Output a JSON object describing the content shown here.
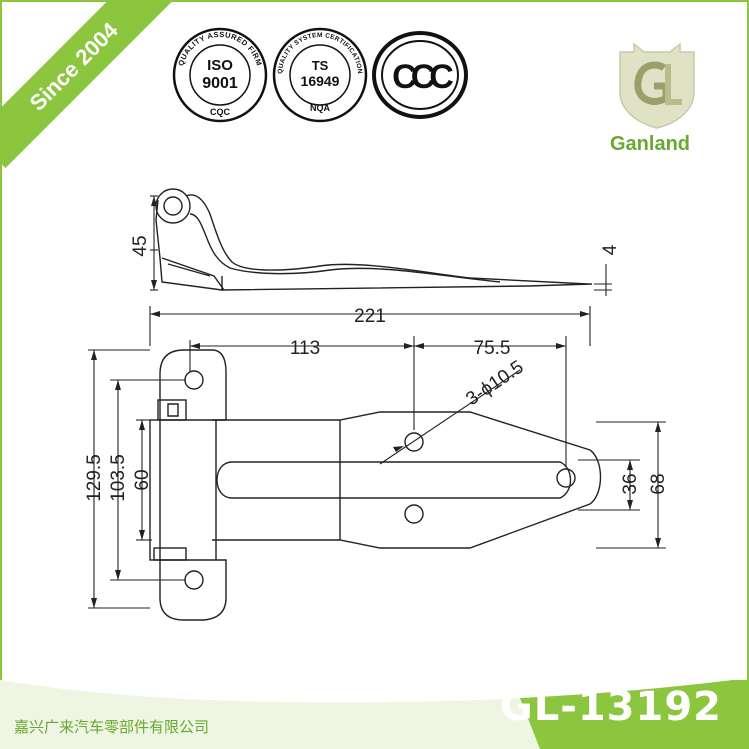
{
  "banner": {
    "text": "Since 2004"
  },
  "certifications": {
    "iso": {
      "ring_text": "QUALITY ASSURED FIRM",
      "line1": "ISO",
      "line2": "9001",
      "bottom": "CQC"
    },
    "ts": {
      "ring_text": "QUALITY SYSTEM CERTIFICATION",
      "line1": "TS",
      "line2": "16949",
      "bottom": "NQA"
    },
    "ccc": {
      "text": "CCC"
    }
  },
  "brand": {
    "name": "Ganland"
  },
  "drawing": {
    "dim_height_side": "45",
    "dim_thickness": "4",
    "dim_overall_length": "221",
    "dim_hole_offset": "113",
    "dim_hole_pitch": "75.5",
    "dim_holes": "3-ϕ10.5",
    "dim_height_total": "129.5",
    "dim_height_mid": "103.5",
    "dim_height_inner": "60",
    "dim_hole_spacing": "36",
    "dim_strap_width": "68"
  },
  "footer": {
    "company": "嘉兴广来汽车零部件有限公司",
    "model": "GL-13192"
  },
  "colors": {
    "accent": "#8cc63f",
    "brand_text": "#6aa832",
    "line": "#222222"
  }
}
